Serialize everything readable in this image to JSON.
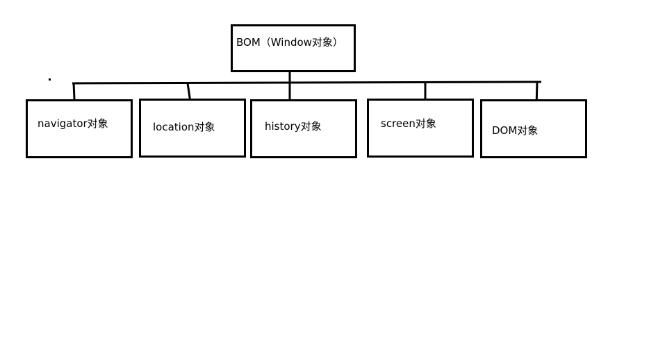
{
  "diagram": {
    "root": {
      "label": "BOM（Window对象）"
    },
    "children": [
      {
        "id": "navigator",
        "label": "navigator对象"
      },
      {
        "id": "location",
        "label": "location对象"
      },
      {
        "id": "history",
        "label": "history对象"
      },
      {
        "id": "screen",
        "label": "screen对象"
      },
      {
        "id": "dom",
        "label": "DOM对象"
      }
    ]
  },
  "colors": {
    "stroke": "#000000",
    "background": "#ffffff"
  }
}
